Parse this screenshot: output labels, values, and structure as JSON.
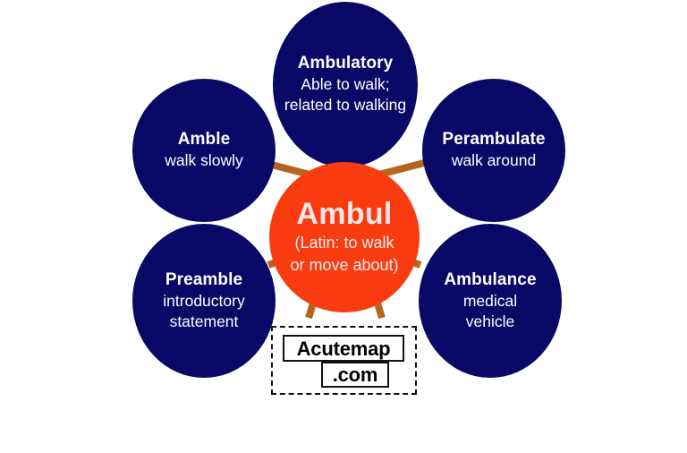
{
  "diagram": {
    "type": "word-root-radial-map",
    "background_color": "#ffffff",
    "node_color": "#0a0866",
    "center_color": "#f93c10",
    "spoke_color": "#b5641d",
    "node_text_color": "#ffffff",
    "center_text_color": "#ffe6ea",
    "center": {
      "root": "Ambul",
      "gloss_line1": "(Latin: to walk",
      "gloss_line2": "or move about)"
    },
    "nodes": [
      {
        "id": "ambulatory",
        "term": "Ambulatory",
        "def_line1": "Able to walk;",
        "def_line2": "related to walking",
        "def_line3": ""
      },
      {
        "id": "amble",
        "term": "Amble",
        "def_line1": "walk slowly",
        "def_line2": "",
        "def_line3": ""
      },
      {
        "id": "perambulate",
        "term": "Perambulate",
        "def_line1": "walk around",
        "def_line2": "",
        "def_line3": ""
      },
      {
        "id": "preamble",
        "term": "Preamble",
        "def_line1": "introductory",
        "def_line2": "statement",
        "def_line3": ""
      },
      {
        "id": "ambulance",
        "term": "Ambulance",
        "def_line1": "medical",
        "def_line2": "vehicle",
        "def_line3": ""
      }
    ]
  },
  "watermark": {
    "line1": "Acutemap",
    "line2": ".com"
  }
}
